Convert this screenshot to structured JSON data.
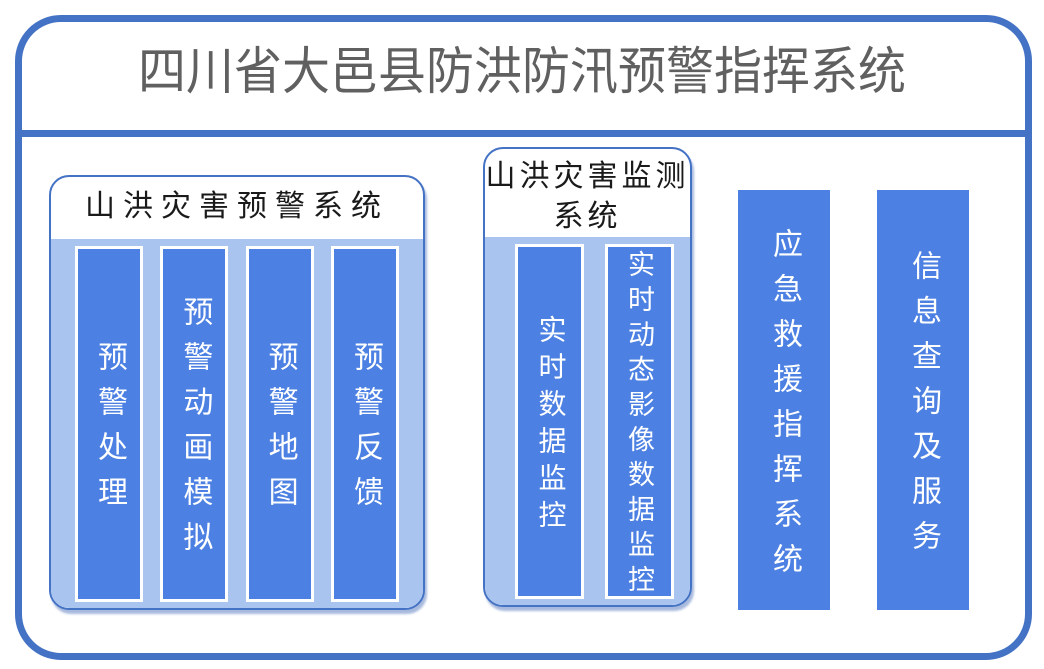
{
  "header": {
    "title": "四川省大邑县防洪防汛预警指挥系统"
  },
  "groups": [
    {
      "title": "山洪灾害预警系统",
      "bars": [
        "预警处理",
        "预警动画模拟",
        "预警地图",
        "预警反馈"
      ]
    },
    {
      "title": "山洪灾害监测系统",
      "bars": [
        "实时数据监控",
        "实时动态影像数据监控"
      ]
    }
  ],
  "standalone_bars": [
    "应急救援指挥系统",
    "信息查询及服务"
  ],
  "colors": {
    "frame_border": "#4472C4",
    "divider": "#4472C4",
    "bar_fill": "#4C80E2",
    "panel_fill": "#A9C4EF",
    "title_text": "#606060",
    "panel_title_text": "#1A1A1A",
    "bar_text": "#FFFFFF"
  }
}
